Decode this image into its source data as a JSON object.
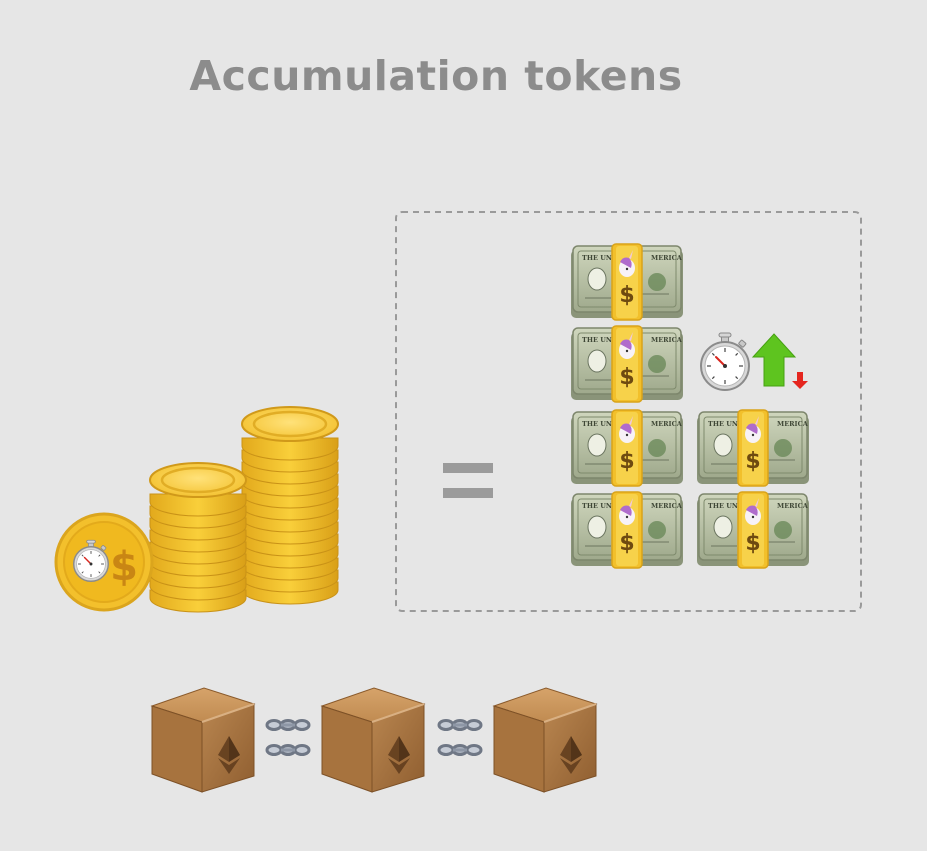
{
  "title": "Accumulation tokens",
  "colors": {
    "background": "#e6e6e6",
    "title": "#8c8c8c",
    "coin_gold": "#f6c531",
    "coin_edge": "#d8a21a",
    "bill_green": "#b9c2a6",
    "band_gold": "#f2c02b",
    "arrow_up": "#5ec41f",
    "arrow_down": "#e5261f",
    "box_brown": "#b07a43",
    "chain_gray": "#8e97a6",
    "dashed_border": "#9a9a9a"
  },
  "icons": {
    "accumulation_coin": "stopwatch-dollar-coin-icon",
    "coin_stacks": "gold-coin-stack-icon",
    "equals": "equals-icon",
    "money_bundle": "unicorn-dollar-bundle-icon",
    "stopwatch": "stopwatch-icon",
    "up_arrow": "green-up-arrow-icon",
    "down_arrow": "red-down-arrow-icon",
    "block": "ethereum-block-icon",
    "chain": "chain-link-icon"
  },
  "bundle_labels": {
    "banner": "THE UNI",
    "banner_right": "MERICA",
    "symbol": "$"
  },
  "coin_symbol": "$"
}
